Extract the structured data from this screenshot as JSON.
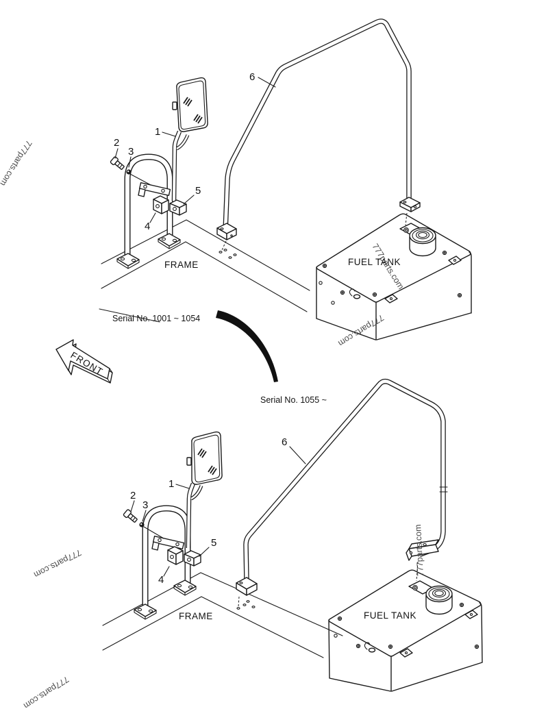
{
  "watermark": {
    "text": "777parts.com"
  },
  "front_arrow": {
    "label": "FRONT"
  },
  "diagram_top": {
    "serial": "Serial No. 1001 ~ 1054",
    "frame": "FRAME",
    "fuel_tank": "FUEL TANK",
    "parts": {
      "p1": "1",
      "p2": "2",
      "p3": "3",
      "p4": "4",
      "p5": "5",
      "p6": "6"
    }
  },
  "diagram_bottom": {
    "serial": "Serial No. 1055 ~",
    "frame": "FRAME",
    "fuel_tank": "FUEL TANK",
    "parts": {
      "p1": "1",
      "p2": "2",
      "p3": "3",
      "p4": "4",
      "p5": "5",
      "p6": "6"
    }
  },
  "colors": {
    "line": "#1a1a1a",
    "background": "#ffffff",
    "swoosh": "#111111"
  }
}
